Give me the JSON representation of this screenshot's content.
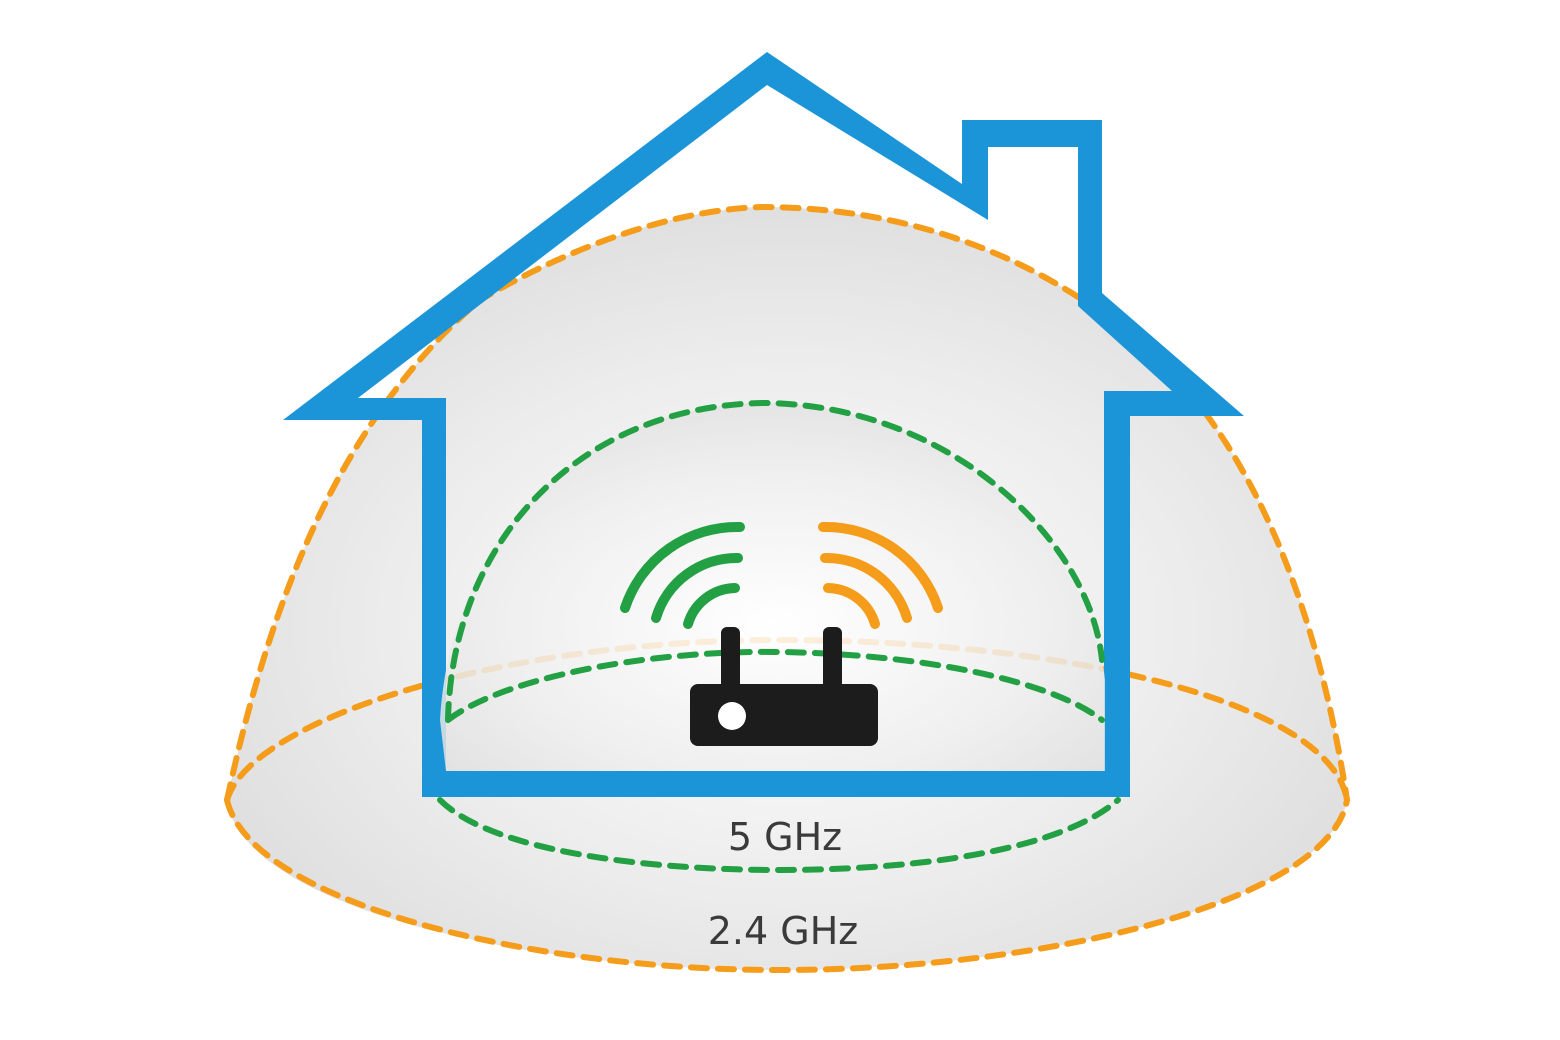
{
  "diagram": {
    "bands": [
      {
        "id": "band-5ghz",
        "label": "5 GHz",
        "color": "#22a043"
      },
      {
        "id": "band-2-4ghz",
        "label": "2.4 GHz",
        "color": "#f59c1a"
      }
    ],
    "house_color": "#1b95d8",
    "router_color": "#1c1c1c",
    "dome_fill": "#e4e4e4"
  }
}
